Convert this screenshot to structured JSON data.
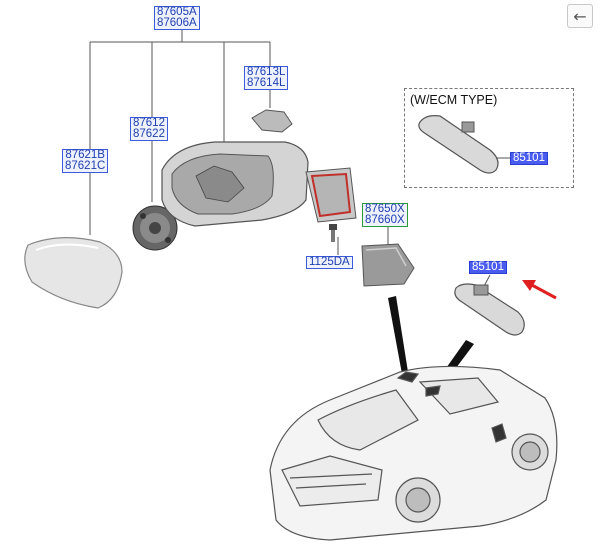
{
  "nav": {
    "back_icon": "←"
  },
  "callouts": {
    "mirror_assembly": [
      "87605A",
      "87606A"
    ],
    "cover": [
      "87613L",
      "87614L"
    ],
    "actuator": [
      "87612",
      "87622"
    ],
    "glass": [
      "87621B",
      "87621C"
    ],
    "garnish": [
      "87650X",
      "87660X"
    ],
    "bolt": "1125DA",
    "inside_mirror": "85101",
    "inside_mirror_ecm": "85101"
  },
  "ecm_box": {
    "title": "(W/ECM TYPE)"
  },
  "colors": {
    "label_border": "#3b5bdb",
    "label_text": "#1f3fb0",
    "highlight": "#4a5cf0",
    "arrow": "#e02020",
    "green_border": "#2a9a3a"
  }
}
